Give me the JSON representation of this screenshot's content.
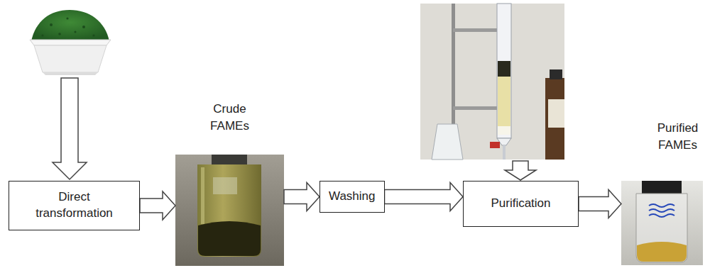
{
  "diagram": {
    "nodes": [
      {
        "text": [
          "Direct transformation"
        ]
      },
      {
        "text": [
          "Crude FAMEs"
        ]
      },
      {
        "text": [
          "Washing"
        ]
      },
      {
        "text": [
          "Purification"
        ]
      },
      {
        "text": [
          "Purified FAMEs"
        ]
      }
    ],
    "edges": [
      {
        "from": 0,
        "to": 1,
        "arrow": "to"
      },
      {
        "from": 1,
        "to": 2,
        "arrow": "to"
      },
      {
        "from": 2,
        "to": 3,
        "arrow": "to"
      },
      {
        "from": 3,
        "to": 4,
        "arrow": "to"
      }
    ]
  }
}
